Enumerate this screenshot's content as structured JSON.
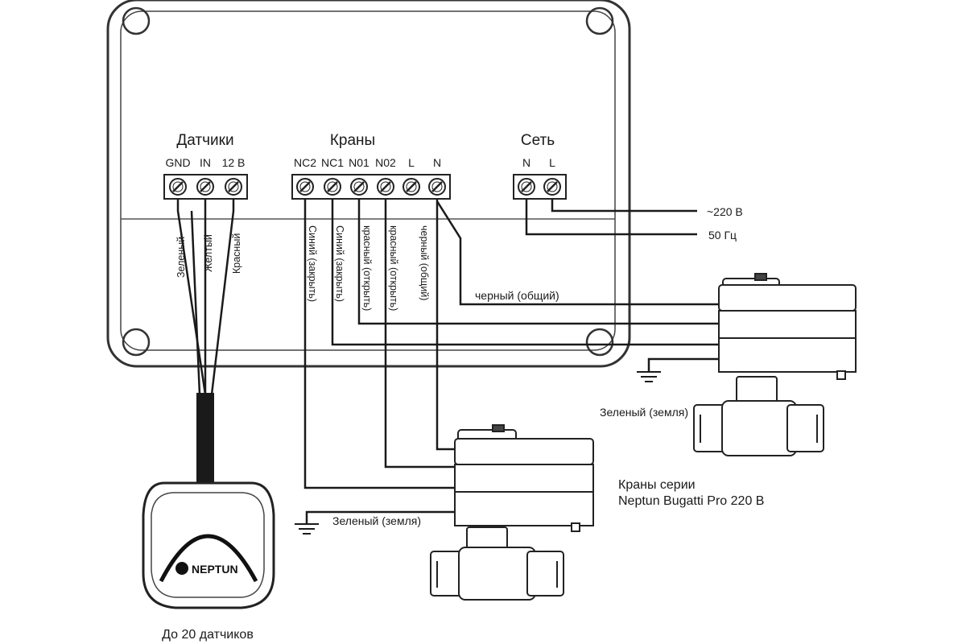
{
  "groups": {
    "sensors": {
      "title": "Датчики",
      "terminals": [
        "GND",
        "IN",
        "12 В"
      ],
      "wires": [
        "Зеленый",
        "Желтый",
        "Красный"
      ]
    },
    "valves": {
      "title": "Краны",
      "terminals": [
        "NC2",
        "NC1",
        "N01",
        "N02",
        "L",
        "N"
      ],
      "wires": [
        "Синий (закрыть)",
        "Синий (закрыть)",
        "красный (открыть)",
        "красный (открыть)",
        "черный (общий)"
      ]
    },
    "mains": {
      "title": "Сеть",
      "terminals": [
        "N",
        "L"
      ],
      "voltage": "~220 В",
      "frequency": "50 Гц"
    }
  },
  "labels": {
    "common_wire": "черный (общий)",
    "ground_right": "Зеленый (земля)",
    "ground_left": "Зеленый (земля)",
    "series_line1": "Краны серии",
    "series_line2": "Neptun Bugatti Pro 220 В",
    "sensor_brand": "NEPTUN",
    "sensor_count": "До 20 датчиков"
  }
}
